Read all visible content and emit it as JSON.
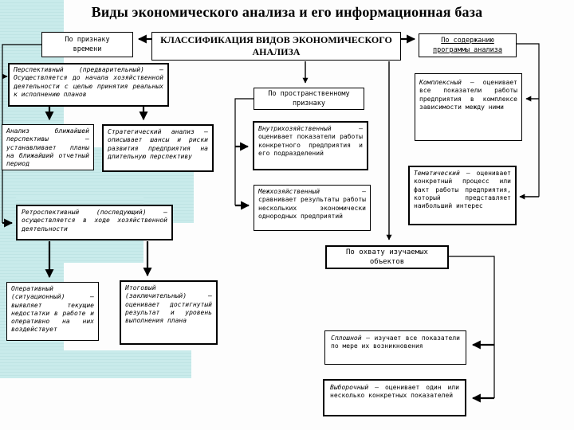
{
  "title": "Виды экономического анализа и его информационная база",
  "classification_box": "КЛАССИФИКАЦИЯ ВИДОВ ЭКОНОМИЧЕСКОГО АНАЛИЗА",
  "criteria": {
    "time": "По признаку времени",
    "spatial": "По пространственному признаку",
    "program": "По содержанию программы анализа",
    "coverage": "По охвату изучаемых объектов"
  },
  "time_boxes": {
    "perspective": "Перспективный (предварительный) – Осуществляется до начала хозяйственной деятельности с целью принятия реальных к исполнению планов",
    "near_term": "Анализ ближайшей перспективы – устанавливает планы на ближайший отчетный период",
    "strategic": "Стратегический анализ – описывает шансы и риски развития предприятия на длительную перспективу",
    "retrospective": "Ретроспективный (последующий) – осуществляется в ходе хозяйственной деятельности",
    "operational": "Оперативный (ситуационный) – выявляет текущие недостатки в работе и оперативно на них воздействует",
    "final": "Итоговый (заключительный) – оценивает достигнутый результат и уровень выполнения плана"
  },
  "spatial_boxes": {
    "internal": {
      "term": "Внутрихозяйственный",
      "desc": "– оценивает показатели работы конкретного предприятия и его подразделений"
    },
    "inter": {
      "term": "Межхозяйственный",
      "desc": "– сравнивает результаты работы нескольких экономически однородных предприятий"
    }
  },
  "program_boxes": {
    "complex": {
      "term": "Комплексный",
      "desc": "– оценивает все показатели работы предприятия в комплексе зависимости между ними"
    },
    "thematic": {
      "term": "Тематический",
      "desc": "– оценивает конкретный процесс или факт работы предприятия, который представляет наибольший интерес"
    }
  },
  "coverage_boxes": {
    "continuous": {
      "term": "Сплошной",
      "desc": "– изучает все показатели по мере их возникновения"
    },
    "selective": {
      "term": "Выборочный",
      "desc": "– оценивает один или несколько конкретных показателей"
    }
  },
  "colors": {
    "background_accent": "#c9ebeb",
    "line_color": "#000000"
  }
}
